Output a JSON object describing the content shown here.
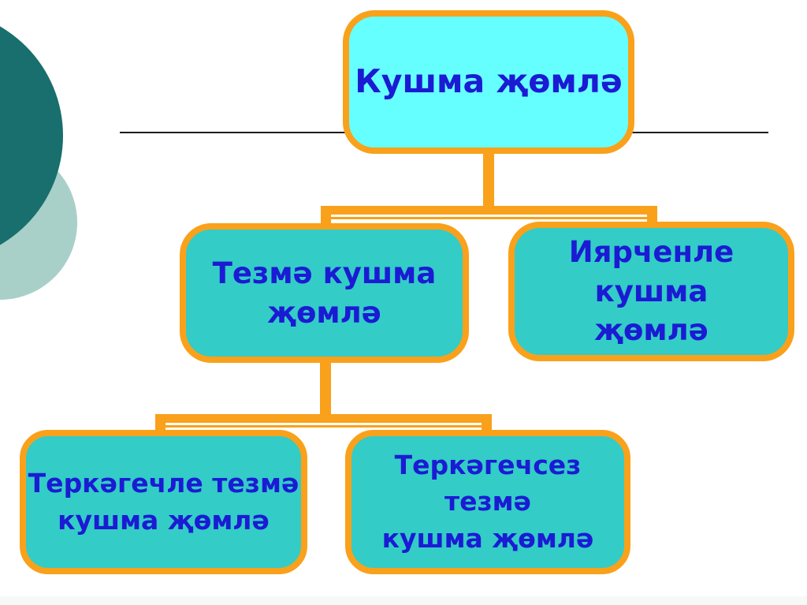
{
  "diagram": {
    "root": {
      "label": "Кушма җөмлә",
      "lines": [
        "Кушма җөмлә"
      ]
    },
    "level2": [
      {
        "label": "Тезмә кушма җөмлә",
        "lines": [
          "Тезмә кушма",
          "җөмлә"
        ]
      },
      {
        "label": "Иярченле кушма җөмлә",
        "lines": [
          "Иярченле кушма",
          "җөмлә"
        ]
      }
    ],
    "level3": [
      {
        "label": "Теркәгечле тезмә кушма җөмлә",
        "lines": [
          "Теркәгечле тезмә",
          "кушма җөмлә"
        ]
      },
      {
        "label": "Теркәгечсез тезмә кушма җөмлә",
        "lines": [
          "Теркәгечсез тезмә",
          "кушма җөмлә"
        ]
      }
    ],
    "edges": [
      [
        "Кушма җөмлә",
        "Тезмә кушма җөмлә"
      ],
      [
        "Кушма җөмлә",
        "Иярченле кушма җөмлә"
      ],
      [
        "Тезмә кушма җөмлә",
        "Теркәгечле тезмә кушма җөмлә"
      ],
      [
        "Тезмә кушма җөмлә",
        "Теркәгечсез тезмә кушма җөмлә"
      ]
    ]
  },
  "colors": {
    "root_fill": "#66FFFF",
    "child_fill": "#33CCC7",
    "border_and_connectors": "#F9A11B",
    "text": "#1B1BD3",
    "decor_circle_dark": "#186F6D",
    "decor_circle_light": "#A9CFC9",
    "rule_line": "#1c1c1c",
    "background": "#ffffff"
  }
}
